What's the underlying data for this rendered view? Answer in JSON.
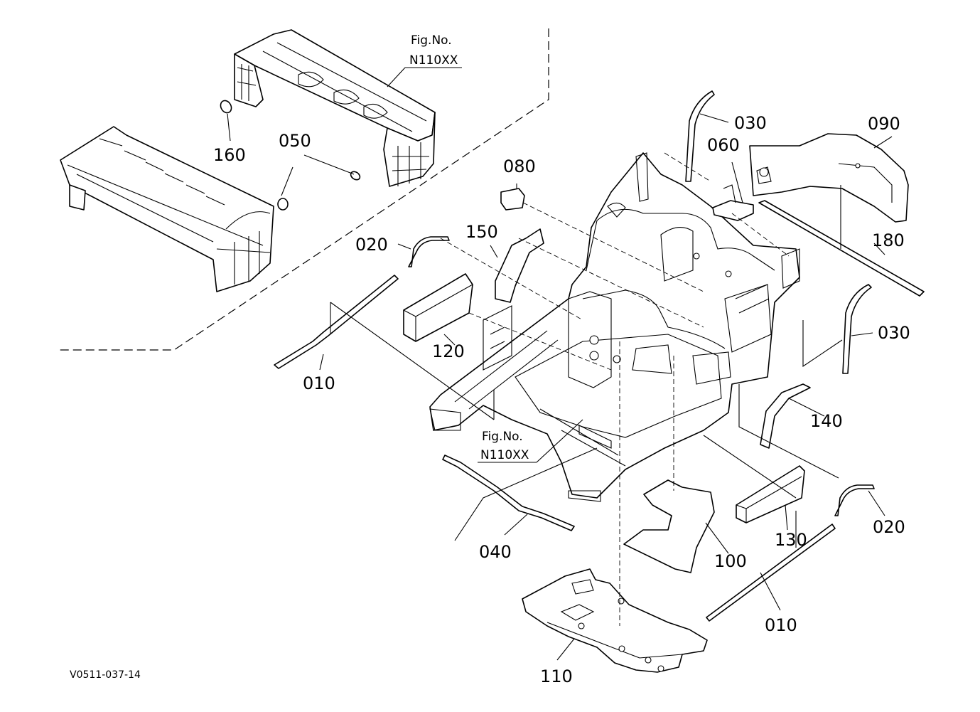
{
  "callouts": {
    "c160": "160",
    "c050": "050",
    "c030_top": "030",
    "c060": "060",
    "c090": "090",
    "c080": "080",
    "c020_left": "020",
    "c150": "150",
    "c180": "180",
    "c120": "120",
    "c010_left": "010",
    "c030_right": "030",
    "c140": "140",
    "c020_right": "020",
    "c040": "040",
    "c130": "130",
    "c100": "100",
    "c010_right": "010",
    "c110": "110"
  },
  "fig_refs": {
    "top": {
      "line1": "Fig.No.",
      "line2": "N110XX"
    },
    "bottom": {
      "line1": "Fig.No.",
      "line2": "N110XX"
    }
  },
  "drawing_code": "V0511-037-14"
}
